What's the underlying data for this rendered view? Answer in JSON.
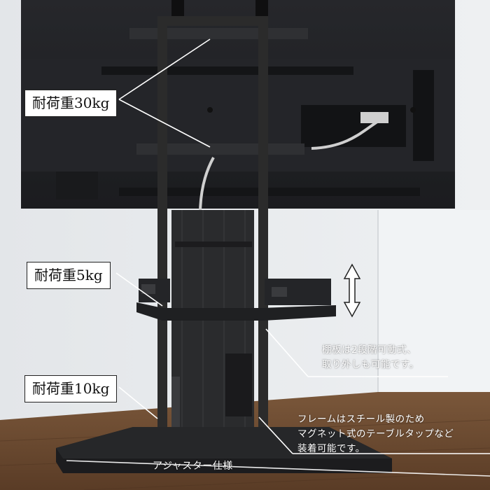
{
  "callouts": {
    "load_tv": "耐荷重30kg",
    "load_shelf": "耐荷重5kg",
    "load_base": "耐荷重10kg",
    "shelf_note": [
      "棚板は2段階可動式、",
      "取り外しも可能です。"
    ],
    "frame_note": [
      "フレームはスチール製のため",
      "マグネット式のテーブルタップなど",
      "装着可能です。"
    ],
    "adjuster": "アジャスター仕様"
  },
  "colors": {
    "wall": "#e9ecef",
    "floor": "#6b4a31",
    "frame": "#2b2b2b",
    "tv_back": "#1f2023",
    "line": "#ffffff"
  },
  "icons": [
    "up-down-arrow-icon"
  ]
}
